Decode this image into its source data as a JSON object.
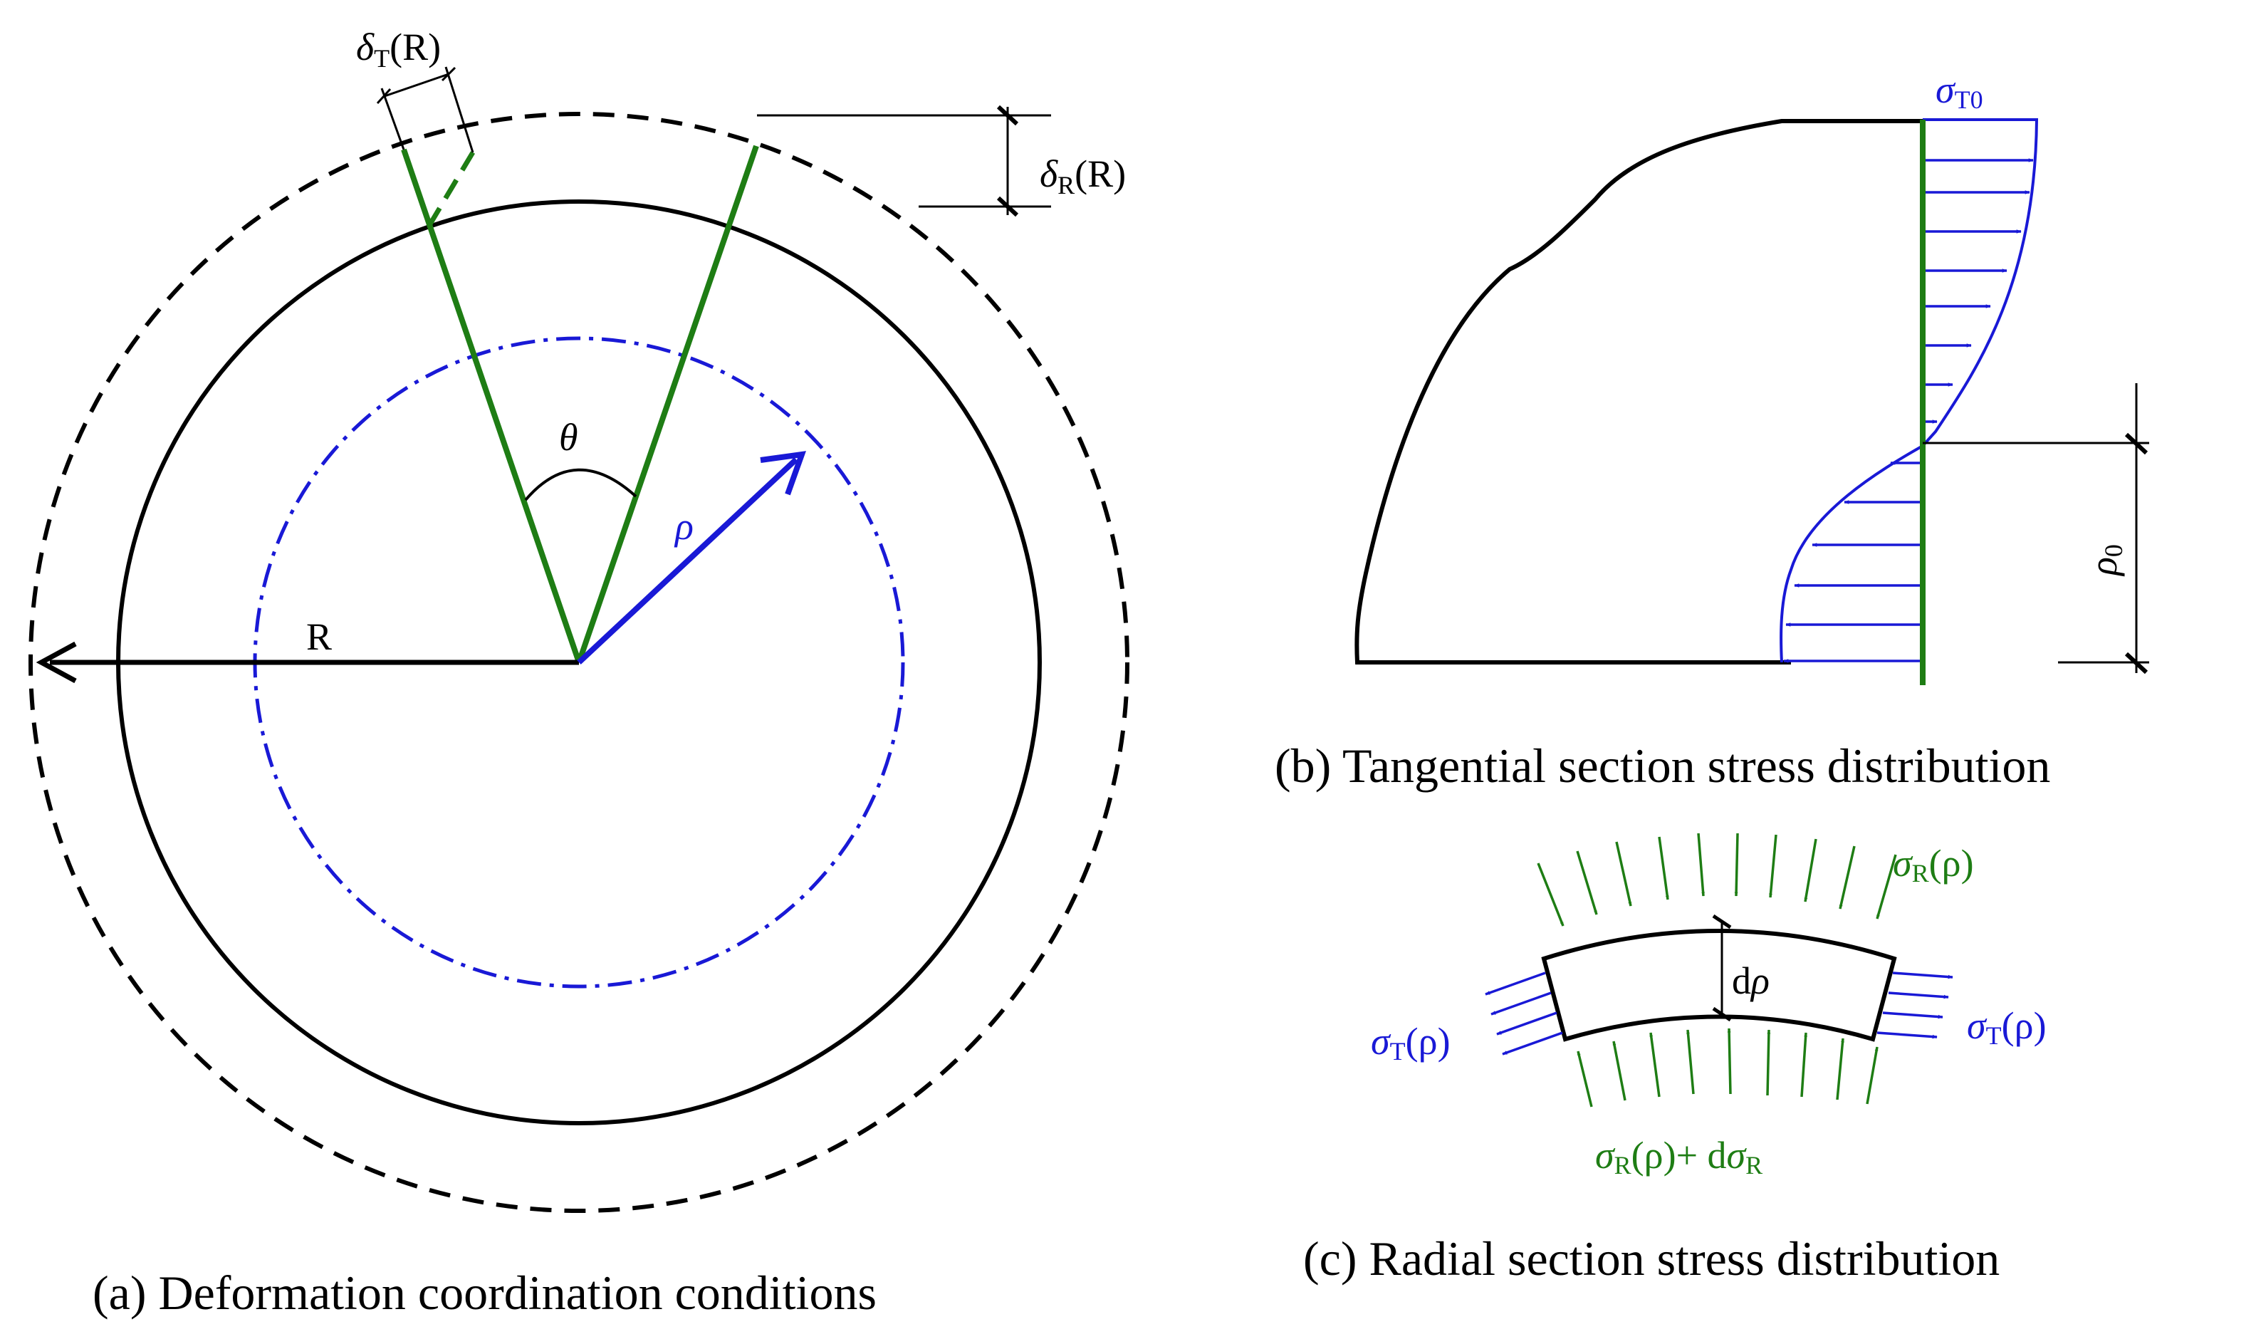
{
  "colors": {
    "line": "#000000",
    "green": "#1e7d14",
    "blue": "#1919d6"
  },
  "panel_a": {
    "caption": "(a) Deformation coordination conditions",
    "radius_label": "R",
    "angle_label": "θ",
    "rho_label": "ρ",
    "deltaT": {
      "sym": "δ",
      "sub": "T",
      "arg": "(R)"
    },
    "deltaR": {
      "sym": "δ",
      "sub": "R",
      "arg": "(R)"
    }
  },
  "panel_b": {
    "caption": "(b) Tangential section stress distribution",
    "sigmaT0": {
      "sym": "σ",
      "sub": "T0"
    },
    "rho0": {
      "sym": "ρ",
      "sub": "0"
    }
  },
  "panel_c": {
    "caption": "(c) Radial section stress distribution",
    "drho": {
      "pre": "d",
      "sym": "ρ"
    },
    "sigmaR": {
      "sym": "σ",
      "sub": "R",
      "arg": "(ρ)"
    },
    "sigmaR_plus": {
      "sym": "σ",
      "sub": "R",
      "arg": "(ρ)+ d",
      "sym2": "σ",
      "sub2": "R"
    },
    "sigmaT_left": {
      "sym": "σ",
      "sub": "T",
      "arg": "(ρ)"
    },
    "sigmaT_right": {
      "sym": "σ",
      "sub": "T",
      "arg": "(ρ)"
    }
  }
}
